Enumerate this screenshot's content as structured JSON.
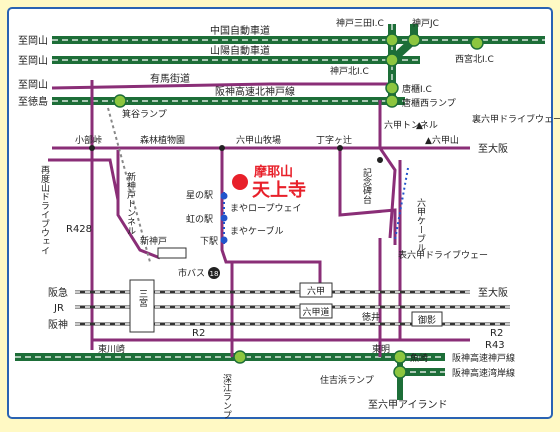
{
  "highways": {
    "chugoku": "中国自動車道",
    "sanyo": "山陽自動車道",
    "hanshin_kobe_north": "阪神高速北神戸線",
    "hanshin_kobe": "阪神高速神戸線",
    "hanshin_wangan": "阪神高速湾岸線"
  },
  "interchanges": {
    "kobe_sanda": "神戸三田I.C",
    "kobe_jc": "神戸JC",
    "kobe_kita": "神戸北I.C",
    "nishinomiya_kita": "西宮北I.C",
    "karahitsu": "唐櫃I.C",
    "karahitsu_west": "唐櫃西ランプ",
    "minoya": "箕谷ランプ",
    "uozaki": "魚崎",
    "sumiyoshihama": "住吉浜ランプ",
    "fukae": "深江ランプ"
  },
  "destinations": {
    "to_okayama1": "至岡山",
    "to_okayama2": "至岡山",
    "to_okayama3": "至岡山",
    "to_tokushima": "至徳島",
    "to_osaka1": "至大阪",
    "to_osaka2": "至大阪",
    "to_rokko_island": "至六甲アイランド"
  },
  "roads": {
    "arima_kaido": "有馬街道",
    "r428": "R428",
    "r2_west": "R2",
    "r2_east": "R2",
    "r43": "R43",
    "futatabi_drive": "再度山ドライブウェイ",
    "ura_rokko_drive": "裏六甲ドライブウェー",
    "omote_rokko_drive": "表六甲ドライブウェー"
  },
  "places": {
    "kobebe_toge": "小部峠",
    "forest_botanical": "森林植物園",
    "rokkosan_farm": "六甲山牧場",
    "chojigatsuji": "丁字ヶ辻",
    "rokkosan": "▲六甲山",
    "rokko_tunnel": "六甲トンネル",
    "shinkobe_tunnel": "新神戸トンネル",
    "hoshi_no_eki": "星の駅",
    "niji_no_eki": "虹の駅",
    "shimo_eki": "下駅",
    "maya_ropeway": "まやロープウェイ",
    "maya_cable": "まやケーブル",
    "kinenhidai": "記念碑台",
    "rokko_cable": "六甲ケーブル",
    "shinkobe_station": "新神戸",
    "city_bus": "市バス",
    "bus_number": "18"
  },
  "stations": {
    "sannomiya": "三宮",
    "rokko": "六甲",
    "rokko_michi": "六甲道",
    "mikage": "御影",
    "higashikawasaki": "東川崎",
    "tokui": "徳井",
    "tomei": "東明"
  },
  "railways": {
    "hankyu": "阪急",
    "jr": "JR",
    "hanshin": "阪神"
  },
  "temple": {
    "mountain_name": "摩耶山",
    "temple_name": "天上寺"
  },
  "colors": {
    "background": "#fff9c4",
    "expressway": "#1d6e38",
    "expressway_stripe": "#ffffff",
    "road": "#8a2e77",
    "ic_circle": "#8cc63f",
    "temple_marker": "#e8202a",
    "ropeway_dot": "#2255cc",
    "border": "#2a63b3"
  },
  "icons": {
    "temple_marker": "red-dot",
    "mountain_peak": "triangle",
    "bus_number_badge": "circled-number"
  }
}
